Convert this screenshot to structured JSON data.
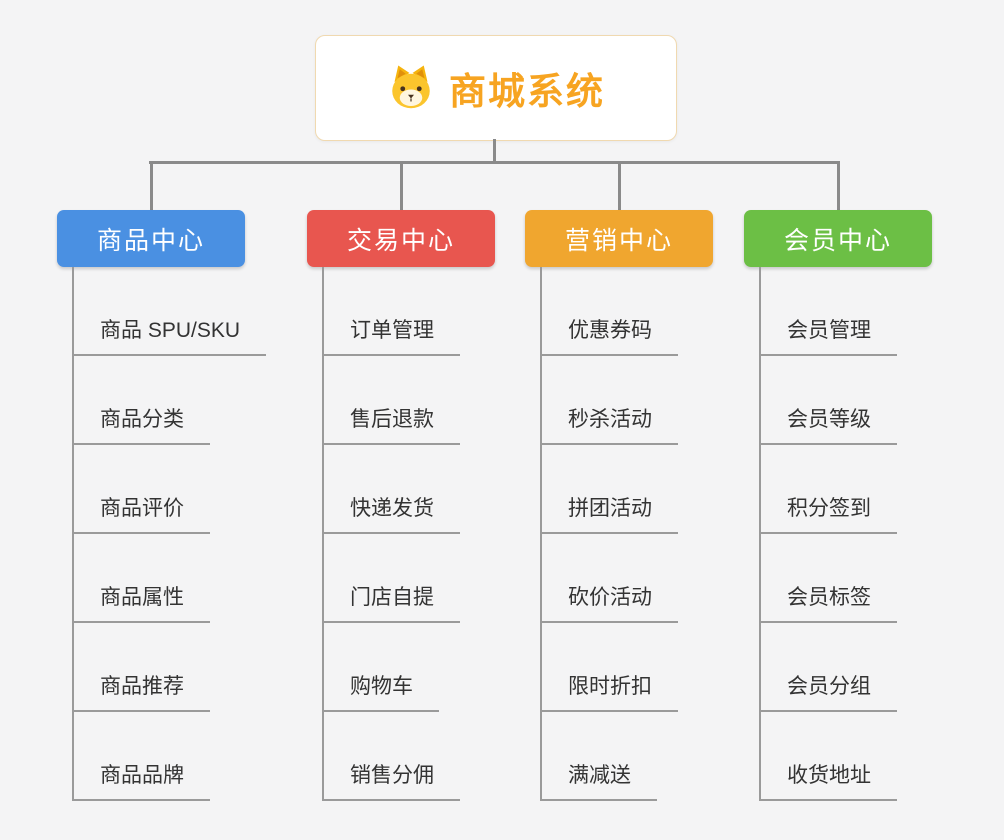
{
  "root": {
    "title": "商城系统",
    "icon": "dog-icon"
  },
  "branches": [
    {
      "id": "product-center",
      "label": "商品中心",
      "color": "#4a90e2",
      "children": [
        "商品 SPU/SKU",
        "商品分类",
        "商品评价",
        "商品属性",
        "商品推荐",
        "商品品牌"
      ]
    },
    {
      "id": "trade-center",
      "label": "交易中心",
      "color": "#e8564f",
      "children": [
        "订单管理",
        "售后退款",
        "快递发货",
        "门店自提",
        "购物车",
        "销售分佣"
      ]
    },
    {
      "id": "marketing-center",
      "label": "营销中心",
      "color": "#f0a62f",
      "children": [
        "优惠券码",
        "秒杀活动",
        "拼团活动",
        "砍价活动",
        "限时折扣",
        "满减送"
      ]
    },
    {
      "id": "member-center",
      "label": "会员中心",
      "color": "#6cbf45",
      "children": [
        "会员管理",
        "会员等级",
        "积分签到",
        "会员标签",
        "会员分组",
        "收货地址"
      ]
    }
  ],
  "colors": {
    "background": "#f4f4f5",
    "connector": "#8a8a8a",
    "root_text": "#f7a421",
    "root_border": "#f0d9b0",
    "branch_text": "#ffffff",
    "child_text": "#333333",
    "child_line": "#9a9a9a"
  }
}
